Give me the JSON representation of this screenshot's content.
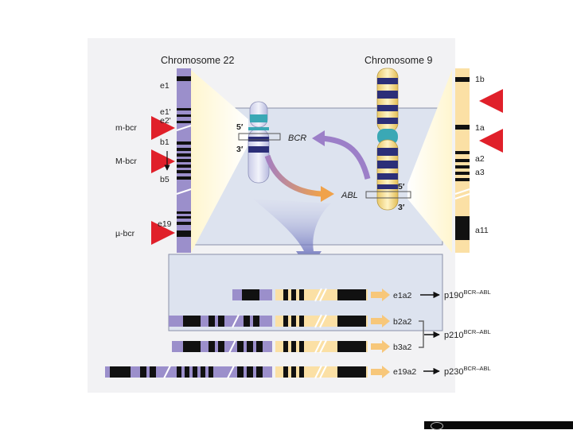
{
  "titles": {
    "chr22": "Chromosome 22",
    "chr9": "Chromosome 9"
  },
  "chr22_exons": [
    "e1",
    "e1'",
    "e2'",
    "b1",
    "b5",
    "e19"
  ],
  "chr22_regions": [
    "m-bcr",
    "M-bcr",
    "µ-bcr"
  ],
  "chr9_exons": [
    "1b",
    "1a",
    "a2",
    "a3",
    "a11"
  ],
  "genes": {
    "bcr": "BCR",
    "abl": "ABL"
  },
  "ends": {
    "five": "5′",
    "three": "3′"
  },
  "transcripts": [
    "e1a2",
    "b2a2",
    "b3a2",
    "e19a2"
  ],
  "proteins": [
    {
      "base": "p190",
      "sup": "BCR–ABL"
    },
    {
      "base": "p210",
      "sup": "BCR–ABL"
    },
    {
      "base": "p230",
      "sup": "BCR–ABL"
    }
  ],
  "colors": {
    "panel": "#f2f2f4",
    "box": "#dde3ef",
    "bcr": "#9b8fcb",
    "abl": "#fbe0a5",
    "band": "#111111",
    "arrow_red": "#e0202a",
    "teal": "#3aa8b5",
    "navy": "#2c2f78"
  },
  "icons": [
    "red-arrow-icon",
    "purple-curved-arrow-icon",
    "orange-curved-arrow-icon",
    "blue-down-arrow-icon",
    "black-arrow-icon",
    "seal-icon"
  ]
}
